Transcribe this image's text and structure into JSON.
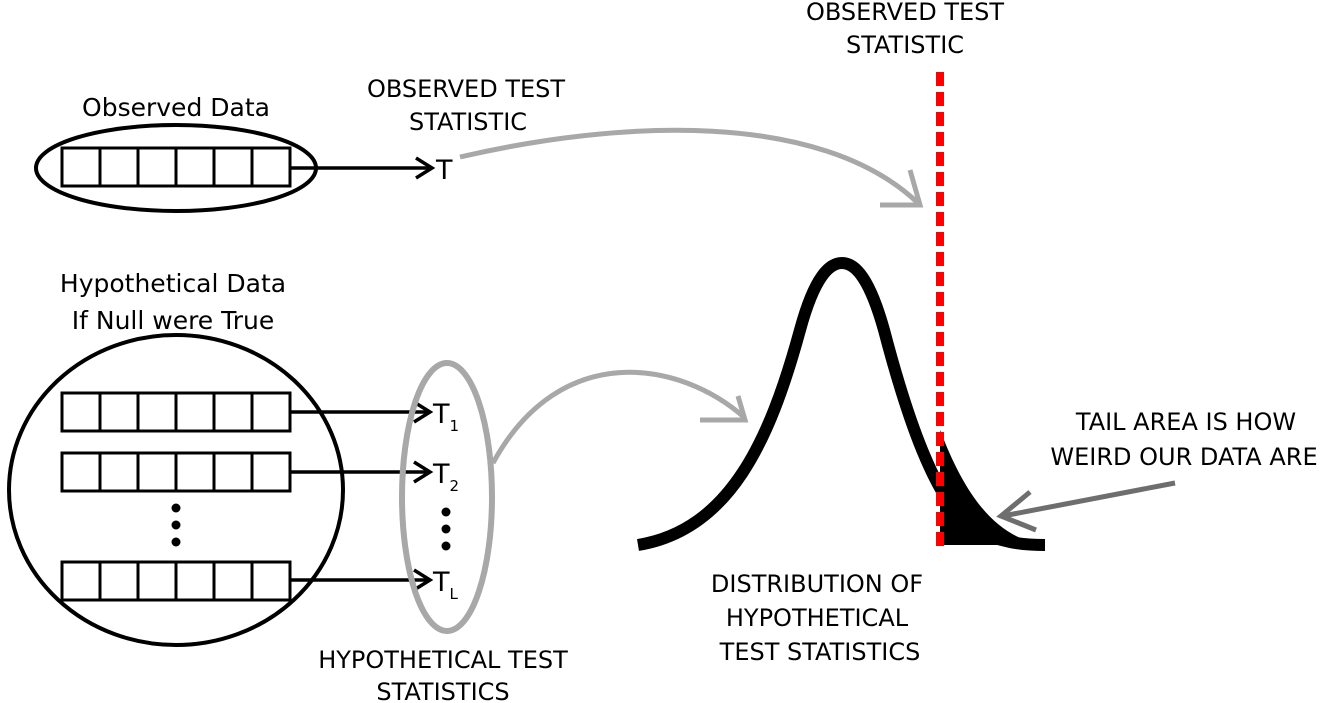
{
  "observed": {
    "data_label": "Observed Data",
    "stat_label": [
      "OBSERVED TEST",
      "STATISTIC"
    ],
    "stat_symbol": "T"
  },
  "hypothetical": {
    "data_label": [
      "Hypothetical Data",
      "If Null were True"
    ],
    "stats_label": [
      "HYPOTHETICAL TEST",
      "STATISTICS"
    ],
    "stat_symbols": [
      {
        "symbol": "T",
        "subscript": "1"
      },
      {
        "symbol": "T",
        "subscript": "2"
      },
      {
        "symbol": "T",
        "subscript": "L"
      }
    ]
  },
  "distribution": {
    "label": [
      "DISTRIBUTION OF",
      "HYPOTHETICAL",
      "TEST STATISTICS"
    ],
    "observed_marker_label": [
      "OBSERVED TEST",
      "STATISTIC"
    ],
    "tail_label": [
      "TAIL AREA IS HOW",
      "WEIRD OUR DATA ARE"
    ]
  },
  "colors": {
    "ink": "#000000",
    "gray_arrow": "#a8a8a8",
    "dark_gray_arrow": "#6e6e6e",
    "observed_line": "#ff0000"
  }
}
